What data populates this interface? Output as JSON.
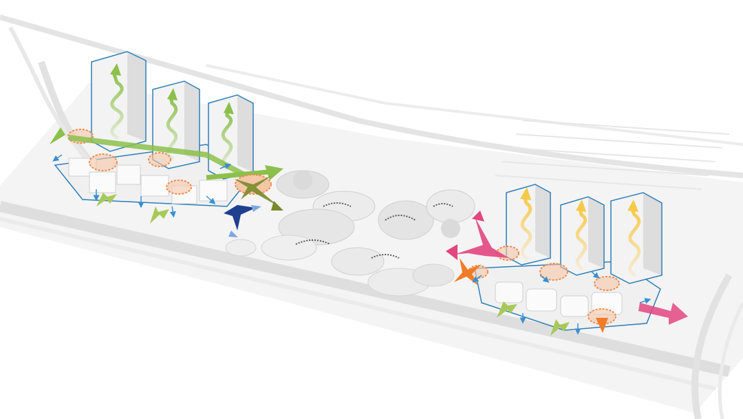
{
  "diagram": {
    "labels": [],
    "colors": {
      "background": "#ffffff",
      "ground": "#eeeeee",
      "road_fill": "#f7f7f7",
      "road_edge": "#d9d9d9",
      "building_face": "#f2f2f2",
      "building_side": "#dcdcdc",
      "tower_outline": "#2c7fb8",
      "west_flow_green": "#8cc04b",
      "west_hub_olive": "#7a8a2a",
      "west_hub_blue": "#1f3f8f",
      "east_flow_yellow": "#f7c948",
      "east_hub_pink": "#e2467f",
      "east_hub_orange": "#f07b28",
      "node_ring": "#f08a4b",
      "node_fill": "#f6c6a8",
      "access_arrow_blue": "#3a8fd0",
      "exit_arrow_lime": "#a8c95a"
    },
    "icons": [
      "spiral-circulation-arrow",
      "directional-flow-arrow",
      "circulation-node",
      "tower-block"
    ]
  }
}
